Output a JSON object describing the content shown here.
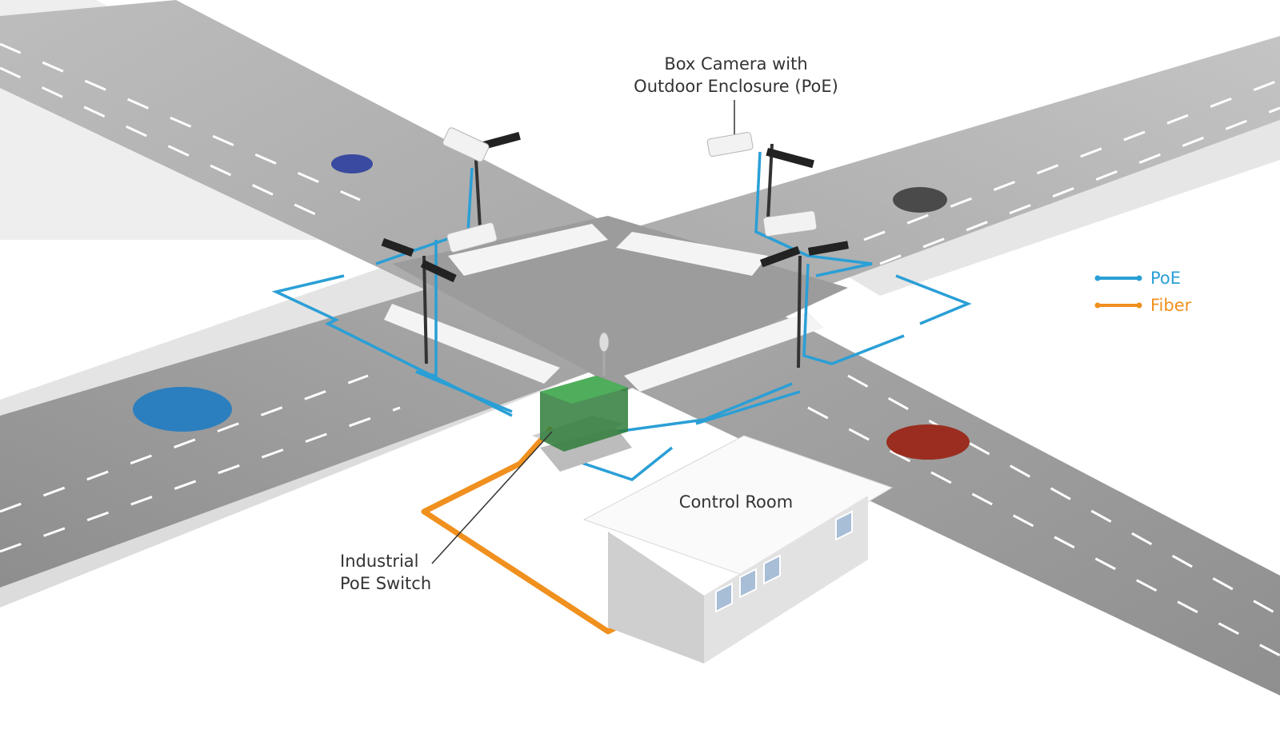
{
  "labels": {
    "camera_line1": "Box Camera with",
    "camera_line2": "Outdoor Enclosure (PoE)",
    "control_room": "Control Room",
    "switch_line1": "Industrial",
    "switch_line2": "PoE Switch"
  },
  "legend": [
    {
      "label": "PoE",
      "color": "#2a9fd6"
    },
    {
      "label": "Fiber",
      "color": "#f0901e"
    }
  ],
  "colors": {
    "poe": "#2a9fd6",
    "fiber": "#f0901e",
    "road": "#9a9a9a",
    "sidewalk": "#e6e6e6",
    "switch_cabinet": "#2f7d3a"
  }
}
